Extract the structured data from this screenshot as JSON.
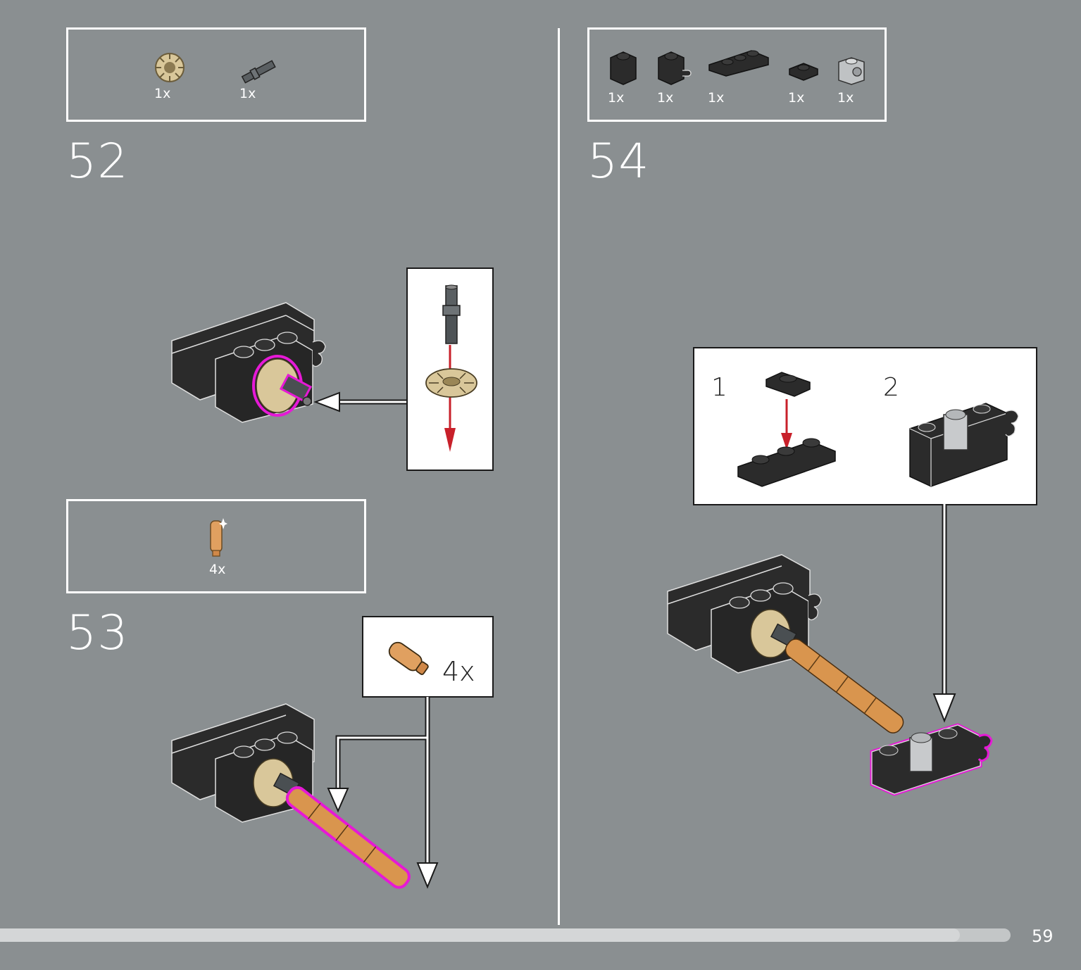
{
  "page": {
    "number": "59",
    "progress_fraction": 0.95
  },
  "colors": {
    "background": "#8a8f91",
    "brick": "#2b2b2b",
    "highlight": "#e619d6",
    "arrow_red": "#c8202a",
    "tan": "#d9c79a",
    "orange": "#d8914a"
  },
  "steps": [
    {
      "number": "52",
      "parts": [
        {
          "icon": "tan-gear-icon",
          "qty": "1x"
        },
        {
          "icon": "dark-gray-axle-pin-icon",
          "qty": "1x"
        }
      ]
    },
    {
      "number": "53",
      "parts": [
        {
          "icon": "orange-bar-piece-icon",
          "qty": "4x"
        }
      ],
      "callout_qty": "4x"
    },
    {
      "number": "54",
      "parts": [
        {
          "icon": "black-brick-1x1-icon",
          "qty": "1x"
        },
        {
          "icon": "black-brick-clip-icon",
          "qty": "1x"
        },
        {
          "icon": "black-plate-1x3-icon",
          "qty": "1x"
        },
        {
          "icon": "black-plate-1x1-icon",
          "qty": "1x"
        },
        {
          "icon": "gray-brick-stud-icon",
          "qty": "1x"
        }
      ],
      "substeps": [
        "1",
        "2"
      ]
    }
  ]
}
